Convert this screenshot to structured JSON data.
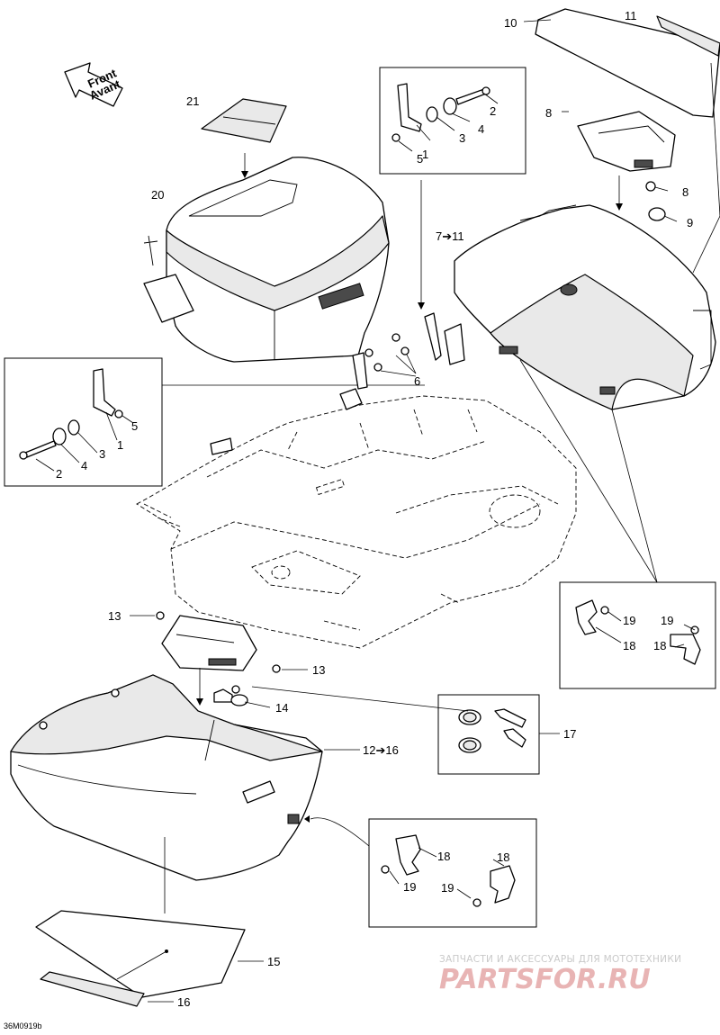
{
  "figure_ref": "36M0919b",
  "front_arrow": {
    "line1": "Front",
    "line2": "Avant"
  },
  "callouts": {
    "c1": "1",
    "c2": "2",
    "c3": "3",
    "c4": "4",
    "c5": "5",
    "c6": "6",
    "c7_11": "7➔11",
    "c8": "8",
    "c9": "9",
    "c10": "10",
    "c11": "11",
    "c12_16": "12➔16",
    "c13": "13",
    "c14": "14",
    "c15": "15",
    "c16": "16",
    "c17": "17",
    "c18": "18",
    "c19": "19",
    "c20": "20",
    "c21": "21"
  },
  "watermark": {
    "line1": "ЗАПЧАСТИ И АКСЕССУАРЫ ДЛЯ МОТОТЕХНИКИ",
    "line2": "PARTSFOR.RU"
  }
}
